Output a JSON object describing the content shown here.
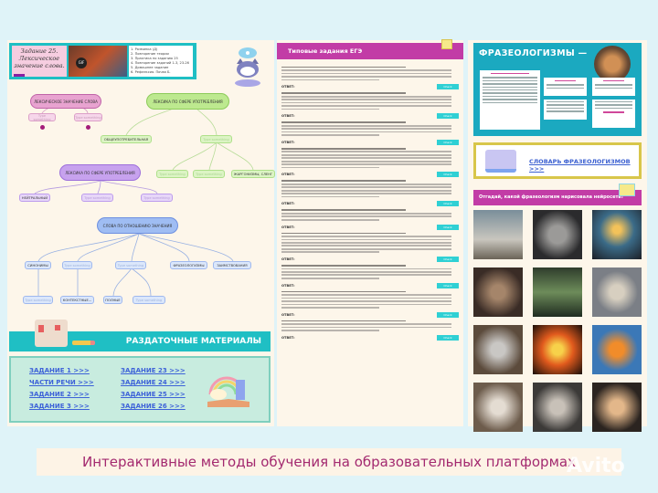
{
  "lesson_card": {
    "title": "Задание 25. Лексическое значение слова.",
    "gif_label": "GIF",
    "plan": [
      "1. Разминка (Д)",
      "2. Повторение теории",
      "3. Практика по заданию 25",
      "4. Повторение заданий 1-3, 23-26",
      "5. Домашнее задание",
      "6. Рефлексия. Почва Б."
    ]
  },
  "mindmap": {
    "placeholder": "Type something",
    "lexical_meaning": "ЛЕКСИЧЕСКОЕ ЗНАЧЕНИЕ СЛОВА",
    "sphere": "ЛЕКСИКА ПО СФЕРЕ УПОТРЕБЛЕНИЯ",
    "common": "ОБЩЕУПОТРЕБИТЕЛЬНАЯ",
    "slang": "ЖАРГОНИЗМЫ, СЛЕНГ",
    "sphere2": "ЛЕКСИКА ПО СФЕРЕ УПОТРЕБЛЕНИЯ",
    "neutral": "НЕЙТРАЛЬНЫЙ",
    "relation": "СЛОВА ПО ОТНОШЕНИЮ ЗНАЧЕНИЯ",
    "synonyms": "СИНОНИМЫ",
    "phraseologisms": "ФРАЗЕОЛОГИЗМЫ",
    "borrowings": "ЗАИМСТВОВАНИЯ",
    "contextual": "КОНТЕКСТНЫЕ...",
    "full": "ПОЛНЫЕ"
  },
  "handouts": {
    "title": "РАЗДАТОЧНЫЕ МАТЕРИАЛЫ",
    "links": [
      "ЗАДАНИЕ 1 >>>",
      "ЧАСТИ РЕЧИ >>>",
      "ЗАДАНИЕ 2 >>>",
      "ЗАДАНИЕ 3 >>>",
      "ЗАДАНИЕ 23 >>>",
      "ЗАДАНИЕ 24 >>>",
      "ЗАДАНИЕ 25 >>>",
      "ЗАДАНИЕ 26 >>>"
    ]
  },
  "tasks": {
    "title": "Типовые задания ЕГЭ",
    "answer_label": "ОТВЕТ:",
    "check_label": "Check"
  },
  "phraseology": {
    "title": "ФРАЗЕОЛОГИЗМЫ —",
    "dictionary_link": "СЛОВАРЬ ФРАЗЕОЛОГИЗМОВ >>>",
    "quiz_title": "Отгадай, какой фразеологизм нарисовала нейросеть?"
  },
  "footer": {
    "caption": "Интерактивные методы обучения на образовательных платформах",
    "watermark": "Avito"
  },
  "colors": {
    "teal": "#1fbfc4",
    "magenta": "#c23ca6",
    "background": "#dff3f8"
  }
}
